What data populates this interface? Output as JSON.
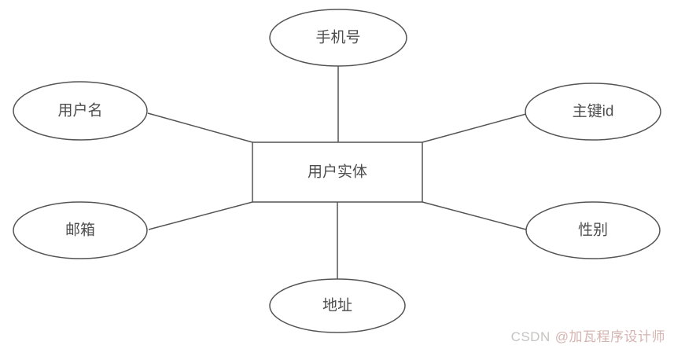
{
  "diagram": {
    "entity": {
      "label": "用户实体"
    },
    "attributes": [
      {
        "id": "phone",
        "label": "手机号",
        "position": "top"
      },
      {
        "id": "username",
        "label": "用户名",
        "position": "top-left"
      },
      {
        "id": "primary-key-id",
        "label": "主键id",
        "position": "top-right"
      },
      {
        "id": "email",
        "label": "邮箱",
        "position": "bottom-left"
      },
      {
        "id": "gender",
        "label": "性别",
        "position": "bottom-right"
      },
      {
        "id": "address",
        "label": "地址",
        "position": "bottom"
      }
    ],
    "colors": {
      "stroke": "#545454",
      "text": "#4d4d4d",
      "fill": "#ffffff",
      "background": "#ffffff"
    }
  },
  "watermark": {
    "brand": "CSDN",
    "author": "@加瓦程序设计师",
    "brand_color": "#c6c4c2",
    "author_color": "#d5b4b0"
  }
}
